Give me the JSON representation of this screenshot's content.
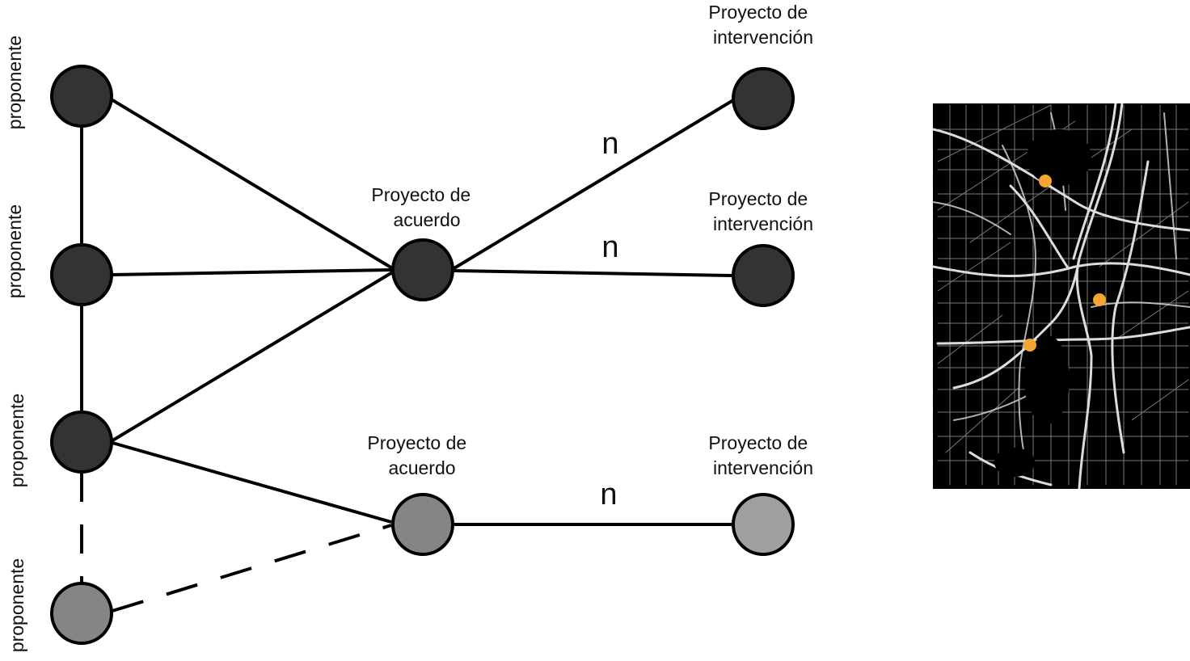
{
  "proponent_label": "proponente",
  "project_agreement_label": [
    "Proyecto de",
    "acuerdo"
  ],
  "project_intervention_label": [
    "Proyecto de",
    "intervención"
  ],
  "multiplicity_label": "n",
  "colors": {
    "node_dark": "#333333",
    "node_mid": "#858585",
    "node_light": "#a0a0a0",
    "edge": "#000000",
    "map_background": "#000000",
    "map_roads": "#dcdcdc",
    "map_markers": "#f5a531"
  },
  "legend_map": {
    "icon": "city-road-map",
    "marker_count": 3
  }
}
